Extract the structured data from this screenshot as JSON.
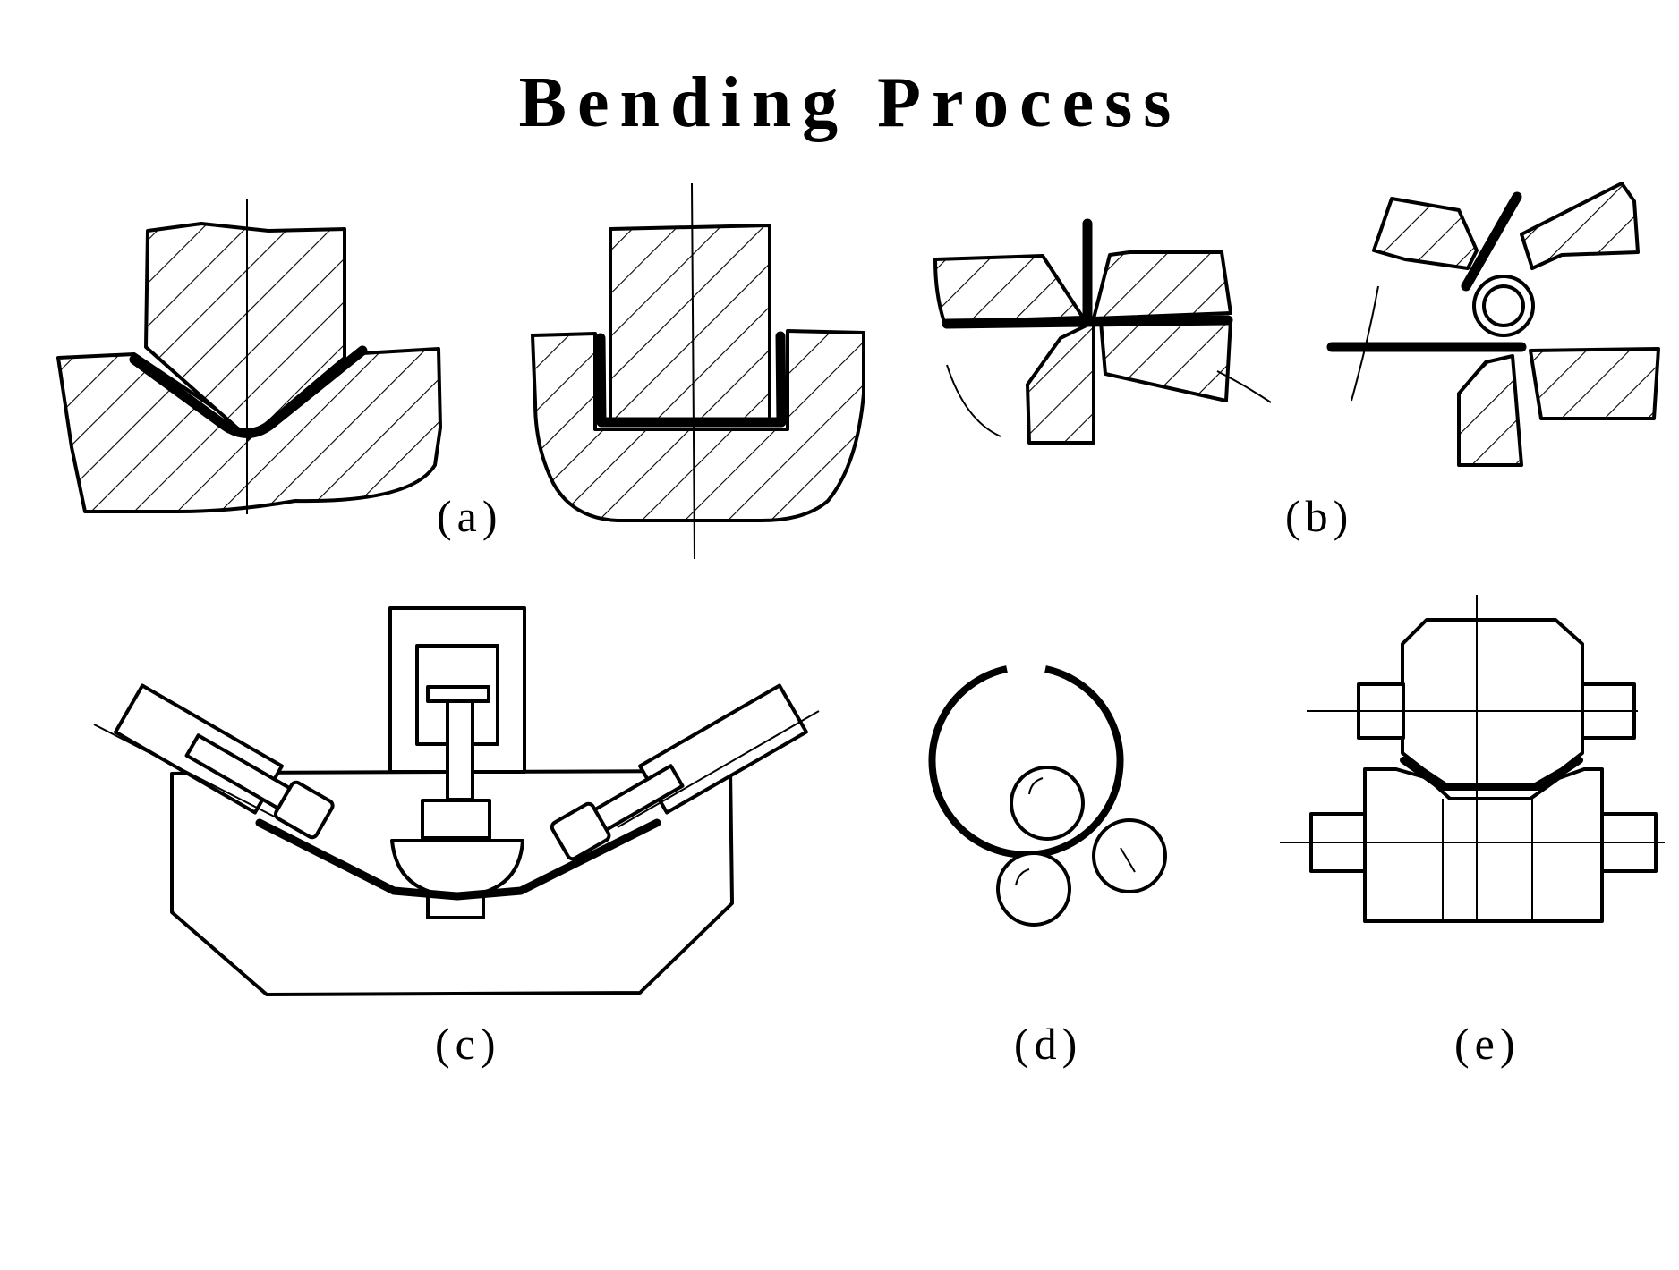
{
  "title": "Bending Process",
  "labels": {
    "a": "(a)",
    "b": "(b)",
    "c": "(c)",
    "d": "(d)",
    "e": "(e)"
  },
  "colors": {
    "ink": "#000000",
    "background": "#ffffff"
  }
}
